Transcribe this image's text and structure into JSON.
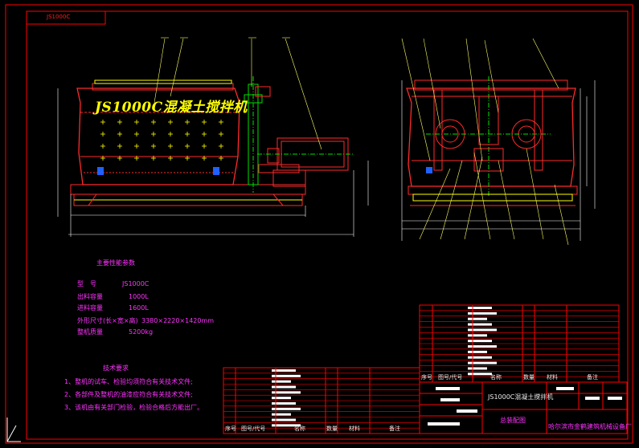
{
  "frame": {
    "drawing_code": "JS1000C"
  },
  "title_text": "JS1000C混凝土搅拌机",
  "params": {
    "heading": "主要性能参数",
    "rows": [
      {
        "label": "型　号",
        "value": "JS1000C"
      },
      {
        "label": "出料容量",
        "value": "1000L"
      },
      {
        "label": "进料容量",
        "value": "1600L"
      },
      {
        "label": "外形尺寸(长×宽×高)",
        "value": "3380×2220×1420mm"
      },
      {
        "label": "整机质量",
        "value": "5200kg"
      }
    ]
  },
  "requirements": {
    "heading": "技术要求",
    "items": [
      "1、整机的试车、检验均须符合有关技术文件;",
      "2、各部件及整机的油漆应符合有关技术文件;",
      "3、该机由有关部门检验，检验合格后方能出厂。"
    ]
  },
  "parts_list_left": {
    "header": [
      "序号",
      "图号/代号",
      "名称",
      "数量",
      "材料",
      "备注"
    ]
  },
  "parts_list_right": {
    "header": [
      "序号",
      "图号/代号",
      "名称",
      "数量",
      "材料",
      "备注"
    ]
  },
  "title_block": {
    "drawing_name": "JS1000C混凝土搅拌机",
    "drawing_type": "总装配图",
    "company": "哈尔滨市金鹤建筑机械设备厂"
  },
  "colors": {
    "frame": "#ff0000",
    "machine": "#ff2a2a",
    "dims": "#ffffff",
    "leaders": "#ffff66",
    "shaft": "#00e000",
    "motor": "#4aa0ff",
    "text": "#ff33ff"
  }
}
